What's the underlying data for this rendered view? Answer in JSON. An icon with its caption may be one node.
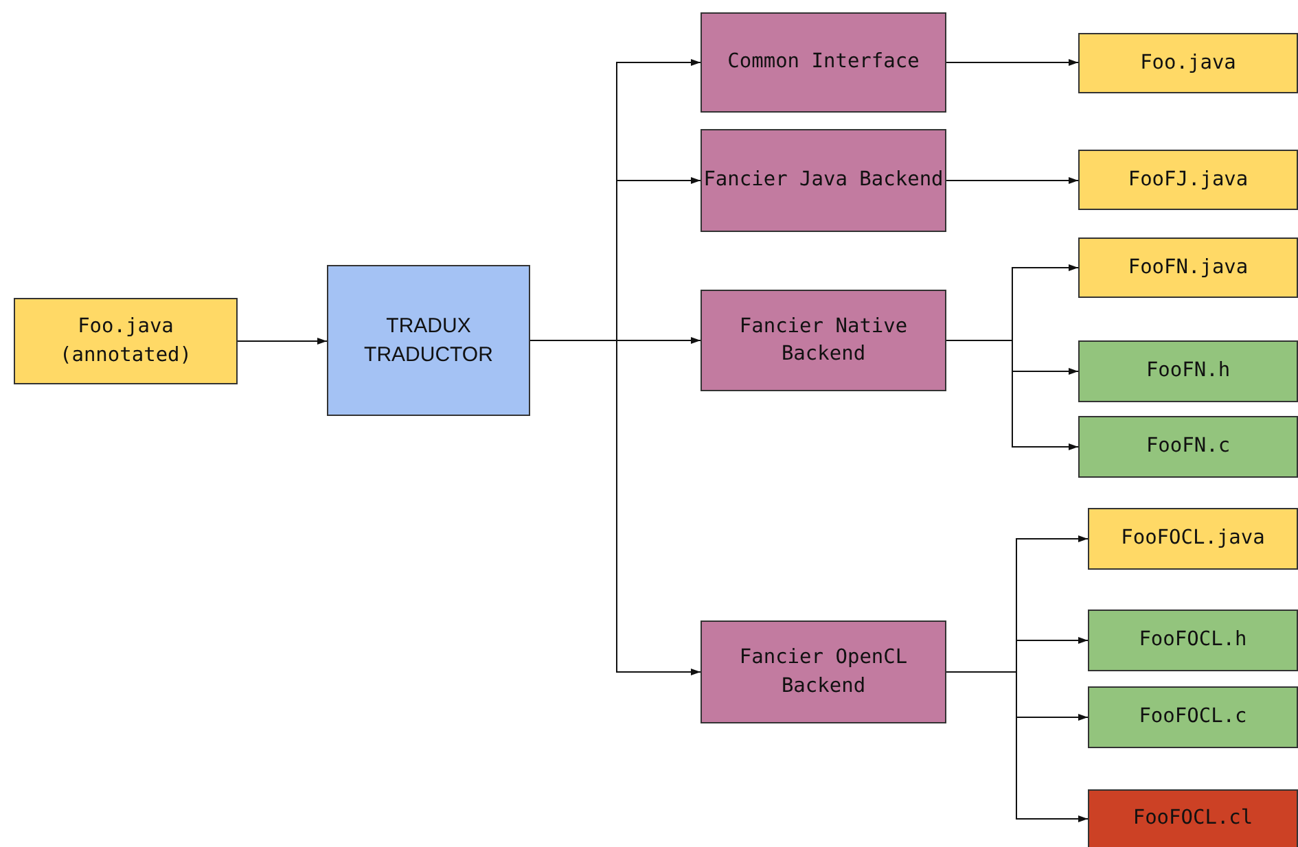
{
  "diagram": {
    "nodes": [
      {
        "text": [
          "Foo.java (annotated)"
        ]
      },
      {
        "text": [
          "TRADUX TRADUCTOR"
        ]
      },
      {
        "text": [
          "Common Interface"
        ]
      },
      {
        "text": [
          "Fancier Java Backend"
        ]
      },
      {
        "text": [
          "Fancier Native Backend"
        ]
      },
      {
        "text": [
          "Fancier OpenCL Backend"
        ]
      },
      {
        "text": [
          "Foo.java"
        ]
      },
      {
        "text": [
          "FooFJ.java"
        ]
      },
      {
        "text": [
          "FooFN.java"
        ]
      },
      {
        "text": [
          "FooFN.h"
        ]
      },
      {
        "text": [
          "FooFN.c"
        ]
      },
      {
        "text": [
          "FooFOCL.java"
        ]
      },
      {
        "text": [
          "FooFOCL.h"
        ]
      },
      {
        "text": [
          "FooFOCL.c"
        ]
      },
      {
        "text": [
          "FooFOCL.cl"
        ]
      }
    ],
    "edges": [
      {
        "from": 0,
        "to": 1,
        "arrow": "to"
      },
      {
        "from": 1,
        "to": 2,
        "arrow": "to"
      },
      {
        "from": 1,
        "to": 3,
        "arrow": "to"
      },
      {
        "from": 1,
        "to": 4,
        "arrow": "to"
      },
      {
        "from": 1,
        "to": 5,
        "arrow": "to"
      },
      {
        "from": 2,
        "to": 6,
        "arrow": "to"
      },
      {
        "from": 3,
        "to": 7,
        "arrow": "to"
      },
      {
        "from": 4,
        "to": 8,
        "arrow": "to"
      },
      {
        "from": 4,
        "to": 9,
        "arrow": "to"
      },
      {
        "from": 4,
        "to": 10,
        "arrow": "to"
      },
      {
        "from": 5,
        "to": 11,
        "arrow": "to"
      },
      {
        "from": 5,
        "to": 12,
        "arrow": "to"
      },
      {
        "from": 5,
        "to": 13,
        "arrow": "to"
      },
      {
        "from": 5,
        "to": 14,
        "arrow": "to"
      }
    ]
  }
}
